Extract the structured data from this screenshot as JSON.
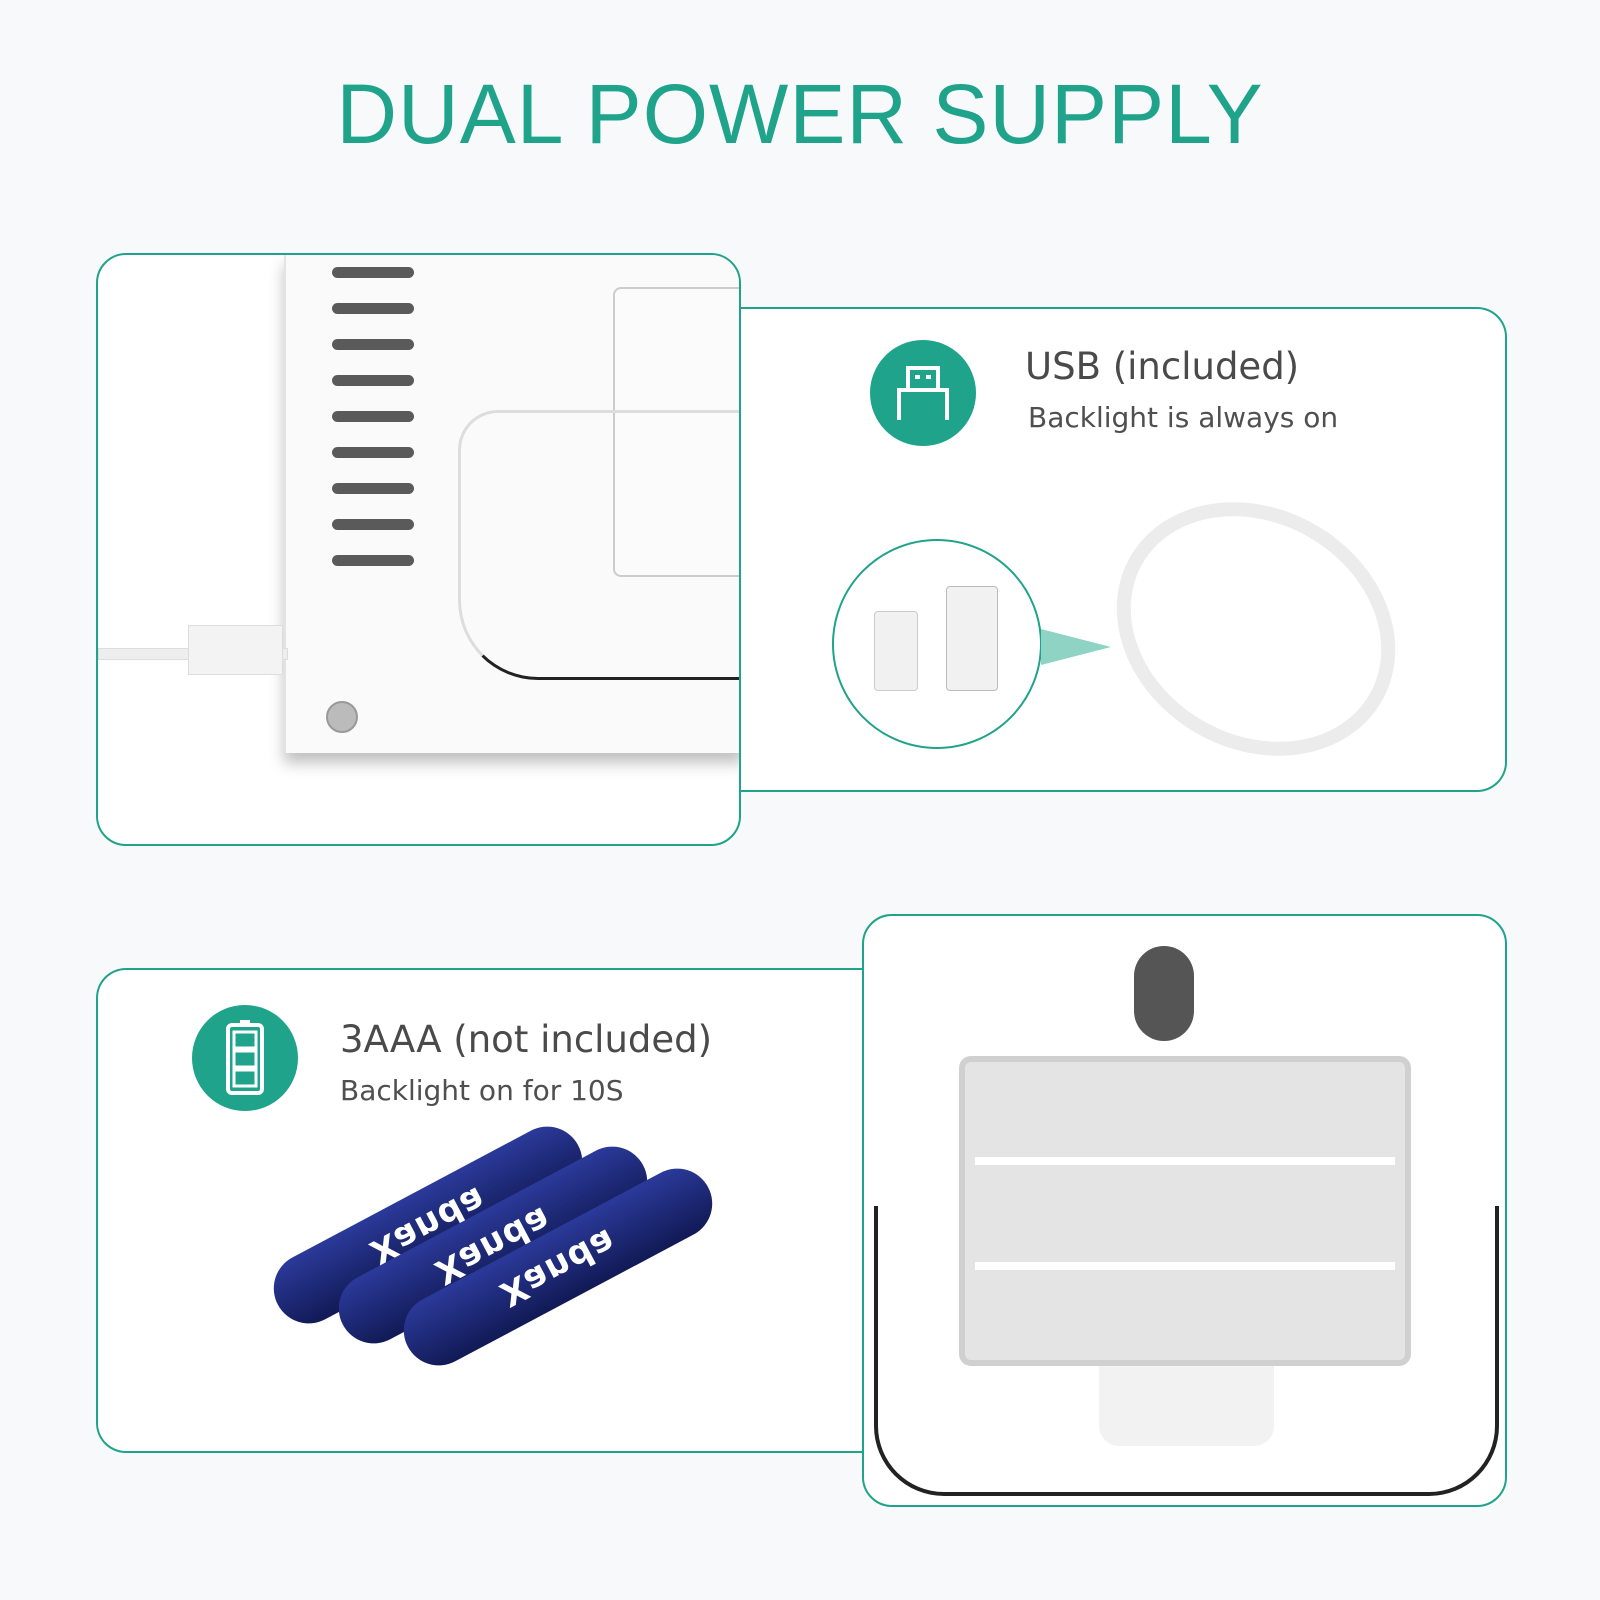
{
  "title": "DUAL POWER SUPPLY",
  "accent_color": "#1fa38a",
  "usb": {
    "title": "USB (included)",
    "subtitle": "Backlight is always on",
    "icon": "usb-icon"
  },
  "battery": {
    "title": "3AAA (not included)",
    "subtitle": "Backlight on for 10S",
    "icon": "battery-icon"
  },
  "battery_brand": "Xanda"
}
